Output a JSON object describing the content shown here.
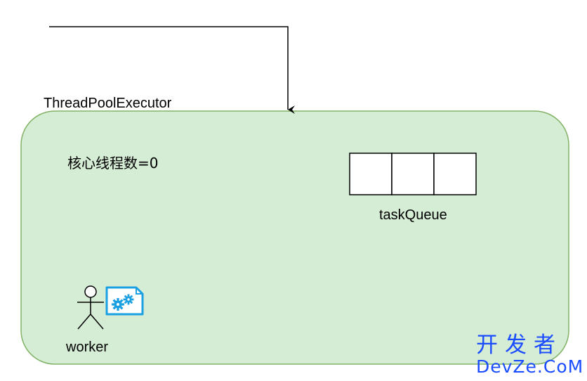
{
  "diagram": {
    "executor_label": "ThreadPoolExecutor",
    "core_threads_label": "核心线程数=0",
    "queue_label": "taskQueue",
    "queue_slots": 3,
    "worker_label": "worker",
    "colors": {
      "container_fill": "#d5ecd5",
      "container_stroke": "#82b366",
      "task_icon": "#1ba1e2",
      "line": "#000000"
    }
  },
  "watermark": {
    "top": "开发者",
    "bottom": "DevZe.CoM"
  }
}
